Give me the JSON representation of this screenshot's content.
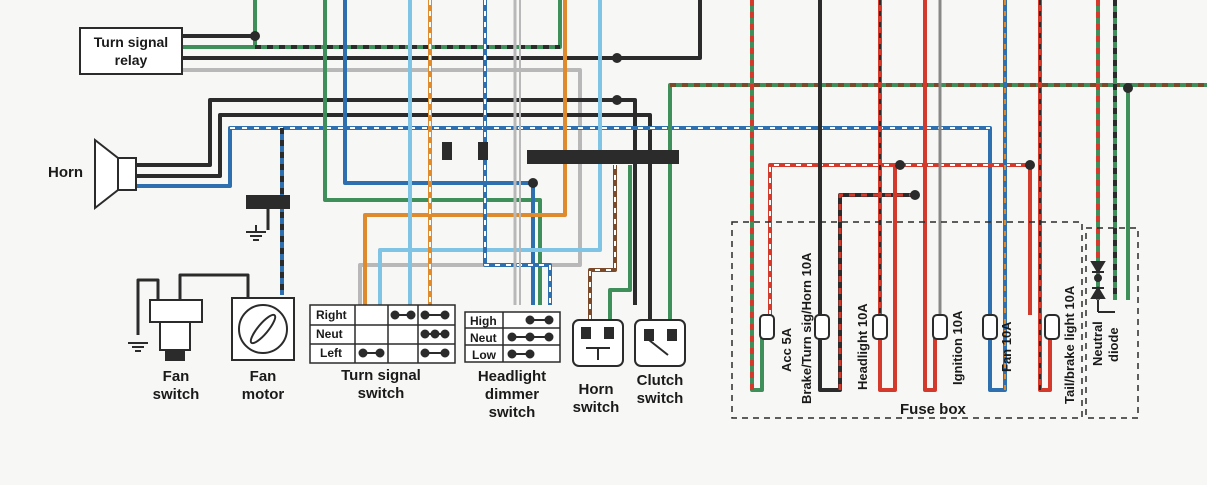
{
  "turn_signal_relay": {
    "line1": "Turn signal",
    "line2": "relay"
  },
  "horn": "Horn",
  "fan_switch": {
    "line1": "Fan",
    "line2": "switch"
  },
  "fan_motor": {
    "line1": "Fan",
    "line2": "motor"
  },
  "turn_signal_switch": {
    "line1": "Turn signal",
    "line2": "switch",
    "rows": [
      "Right",
      "Neut",
      "Left"
    ]
  },
  "headlight_dimmer_switch": {
    "line1": "Headlight",
    "line2": "dimmer",
    "line3": "switch",
    "rows": [
      "High",
      "Neut",
      "Low"
    ]
  },
  "horn_switch": {
    "line1": "Horn",
    "line2": "switch"
  },
  "clutch_switch": {
    "line1": "Clutch",
    "line2": "switch"
  },
  "fuse_box": {
    "title": "Fuse box",
    "fuses": [
      "Acc 5A",
      "Brake/Turn sig/Horn 10A",
      "Headlight 10A",
      "Ignition 10A",
      "Fan 10A",
      "Tail/brake light 10A"
    ]
  },
  "neutral_diode": {
    "line1": "Neutral",
    "line2": "diode"
  },
  "colors": {
    "black": "#2b2b2b",
    "green": "#3f8f5a",
    "blue": "#2e6fb0",
    "lightblue": "#7fc4e4",
    "orange": "#e08a2e",
    "grey": "#b8b8b8",
    "red": "#d33a2c",
    "brown": "#7b4a2a",
    "white": "#ffffff"
  }
}
